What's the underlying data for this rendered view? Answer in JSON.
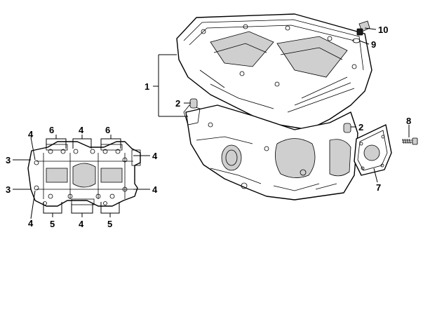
{
  "callouts": {
    "c1": "1",
    "c2a": "2",
    "c2b": "2",
    "c3a": "3",
    "c3b": "3",
    "c4a": "4",
    "c4b": "4",
    "c4c": "4",
    "c4d": "4",
    "c4e": "4",
    "c4f": "4",
    "c5a": "5",
    "c5b": "5",
    "c6a": "6",
    "c6b": "6",
    "c7": "7",
    "c8": "8",
    "c9": "9",
    "c10": "10"
  }
}
